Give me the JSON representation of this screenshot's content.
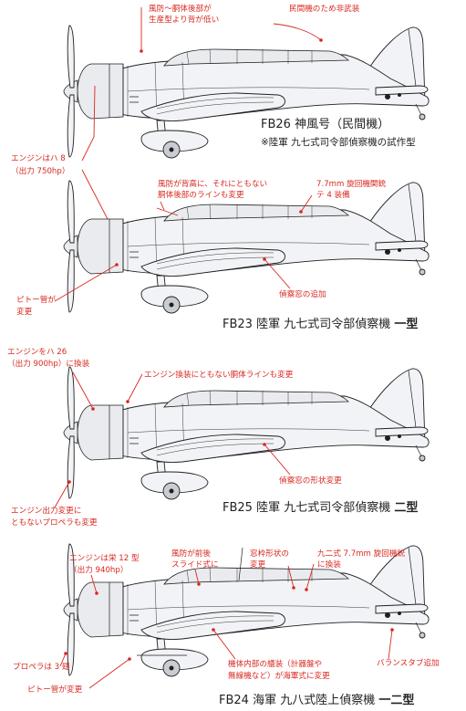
{
  "aircraft": [
    {
      "id": "fb26",
      "title": "FB26 神風号（民間機）",
      "subtitle": "※陸軍 九七式司令部偵察機の試作型",
      "notes": {
        "canopy": "風防〜胴体後部が\n生産型より背が低い",
        "unarmed": "民間機のため非武装"
      }
    },
    {
      "id": "fb23",
      "title_main": "FB23 陸軍 九七式司令部偵察機",
      "title_bold": "一型",
      "notes": {
        "canopy": "風防が背高に、それにともない\n胴体後部のラインも変更",
        "gun": "7.7mm 旋回機関銃\nテ 4 装備",
        "window": "偵察窓の追加",
        "pitot": "ピトー管が\n変更"
      }
    },
    {
      "id": "fb25",
      "title_main": "FB25 陸軍 九七式司令部偵察機",
      "title_bold": "二型",
      "notes": {
        "engine": "エンジンをハ 26\n（出力 900hp）に換装",
        "line": "エンジン換装にともない胴体ラインも変更",
        "window": "偵察窓の形状変更",
        "prop": "エンジン出力変更に\nともないプロペラも変更"
      }
    },
    {
      "id": "fb24",
      "title_main": "FB24 海軍 九八式陸上偵察機",
      "title_bold": "一二型",
      "notes": {
        "engine": "エンジンは栄 12 型\n（出力 940hp）",
        "canopy": "風防が前後\nスライド式に",
        "frame": "窓枠形状の\n変更",
        "gun": "九二式 7.7mm 旋回機銃\nに換装",
        "balance": "バランスタブ追加",
        "prop": "プロペラは 3 翅",
        "pitot": "ピトー管が変更",
        "interior": "機体内部の艤装（計器盤や\n無線機など）が海軍式に変更"
      }
    }
  ],
  "shared_note": "エンジンはハ 8\n（出力 750hp）"
}
